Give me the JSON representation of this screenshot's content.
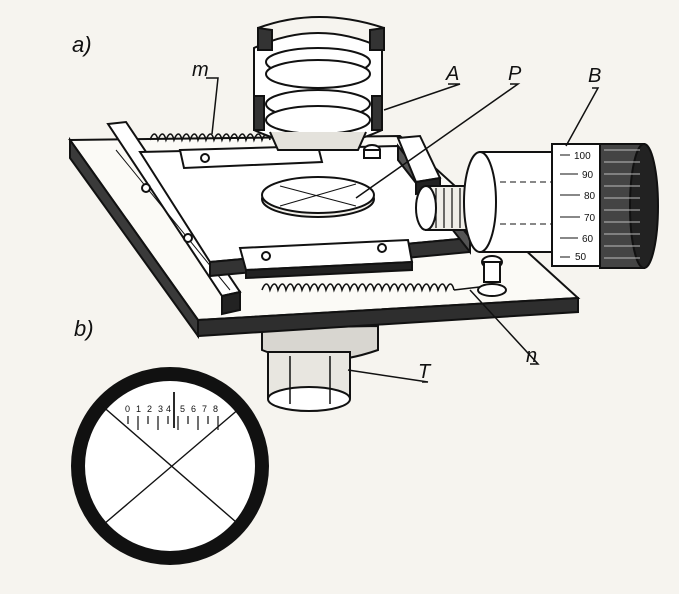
{
  "figure": {
    "part_a_label": "a)",
    "part_b_label": "b)",
    "callouts": {
      "m": "m",
      "A": "A",
      "P": "P",
      "B": "B",
      "T": "T",
      "n": "n"
    },
    "micrometer_scale": [
      "100",
      "90",
      "80",
      "70",
      "60",
      "50"
    ],
    "reticle_scale": [
      "0",
      "1",
      "2",
      "3",
      "4",
      "5",
      "6",
      "7",
      "8"
    ]
  }
}
